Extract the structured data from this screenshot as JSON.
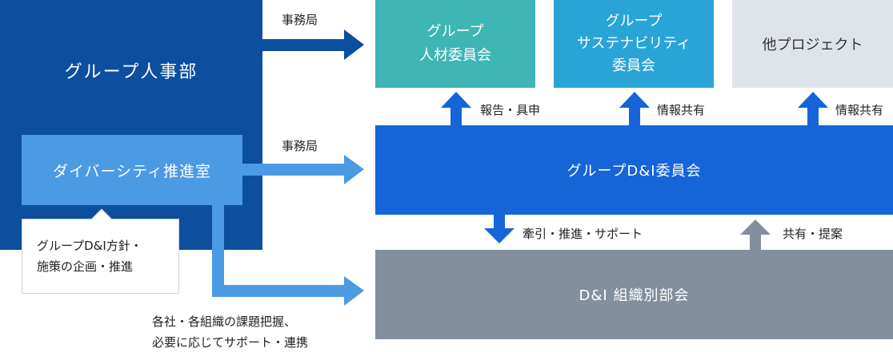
{
  "hr": {
    "title": "グループ人事部",
    "color": "#0b4f9e"
  },
  "diversity": {
    "title": "ダイバーシティ推進室",
    "color": "#4b9ae4"
  },
  "callout": {
    "line1": "グループD&I方針・",
    "line2": "施策の企画・推進"
  },
  "committees": {
    "talent": {
      "line1": "グループ",
      "line2": "人材委員会",
      "color": "#3fb5b5"
    },
    "sustainability": {
      "line1": "グループ",
      "line2": "サステナビリティ",
      "line3": "委員会",
      "color": "#2aa4d6"
    },
    "other": {
      "title": "他プロジェクト",
      "color": "#dfe4ea"
    }
  },
  "dni_committee": {
    "title": "グループD&I委員会",
    "color": "#1565d8"
  },
  "dni_subcommittee": {
    "title": "D&I 組織別部会",
    "color": "#838f9c"
  },
  "labels": {
    "secretariat_top": "事務局",
    "secretariat_mid": "事務局",
    "report": "報告・具申",
    "share_info_1": "情報共有",
    "share_info_2": "情報共有",
    "lead": "牽引・推進・サポート",
    "share_propose": "共有・提案",
    "bottom_line1": "各社・各組織の課題把握、",
    "bottom_line2": "必要に応じてサポート・連携"
  }
}
